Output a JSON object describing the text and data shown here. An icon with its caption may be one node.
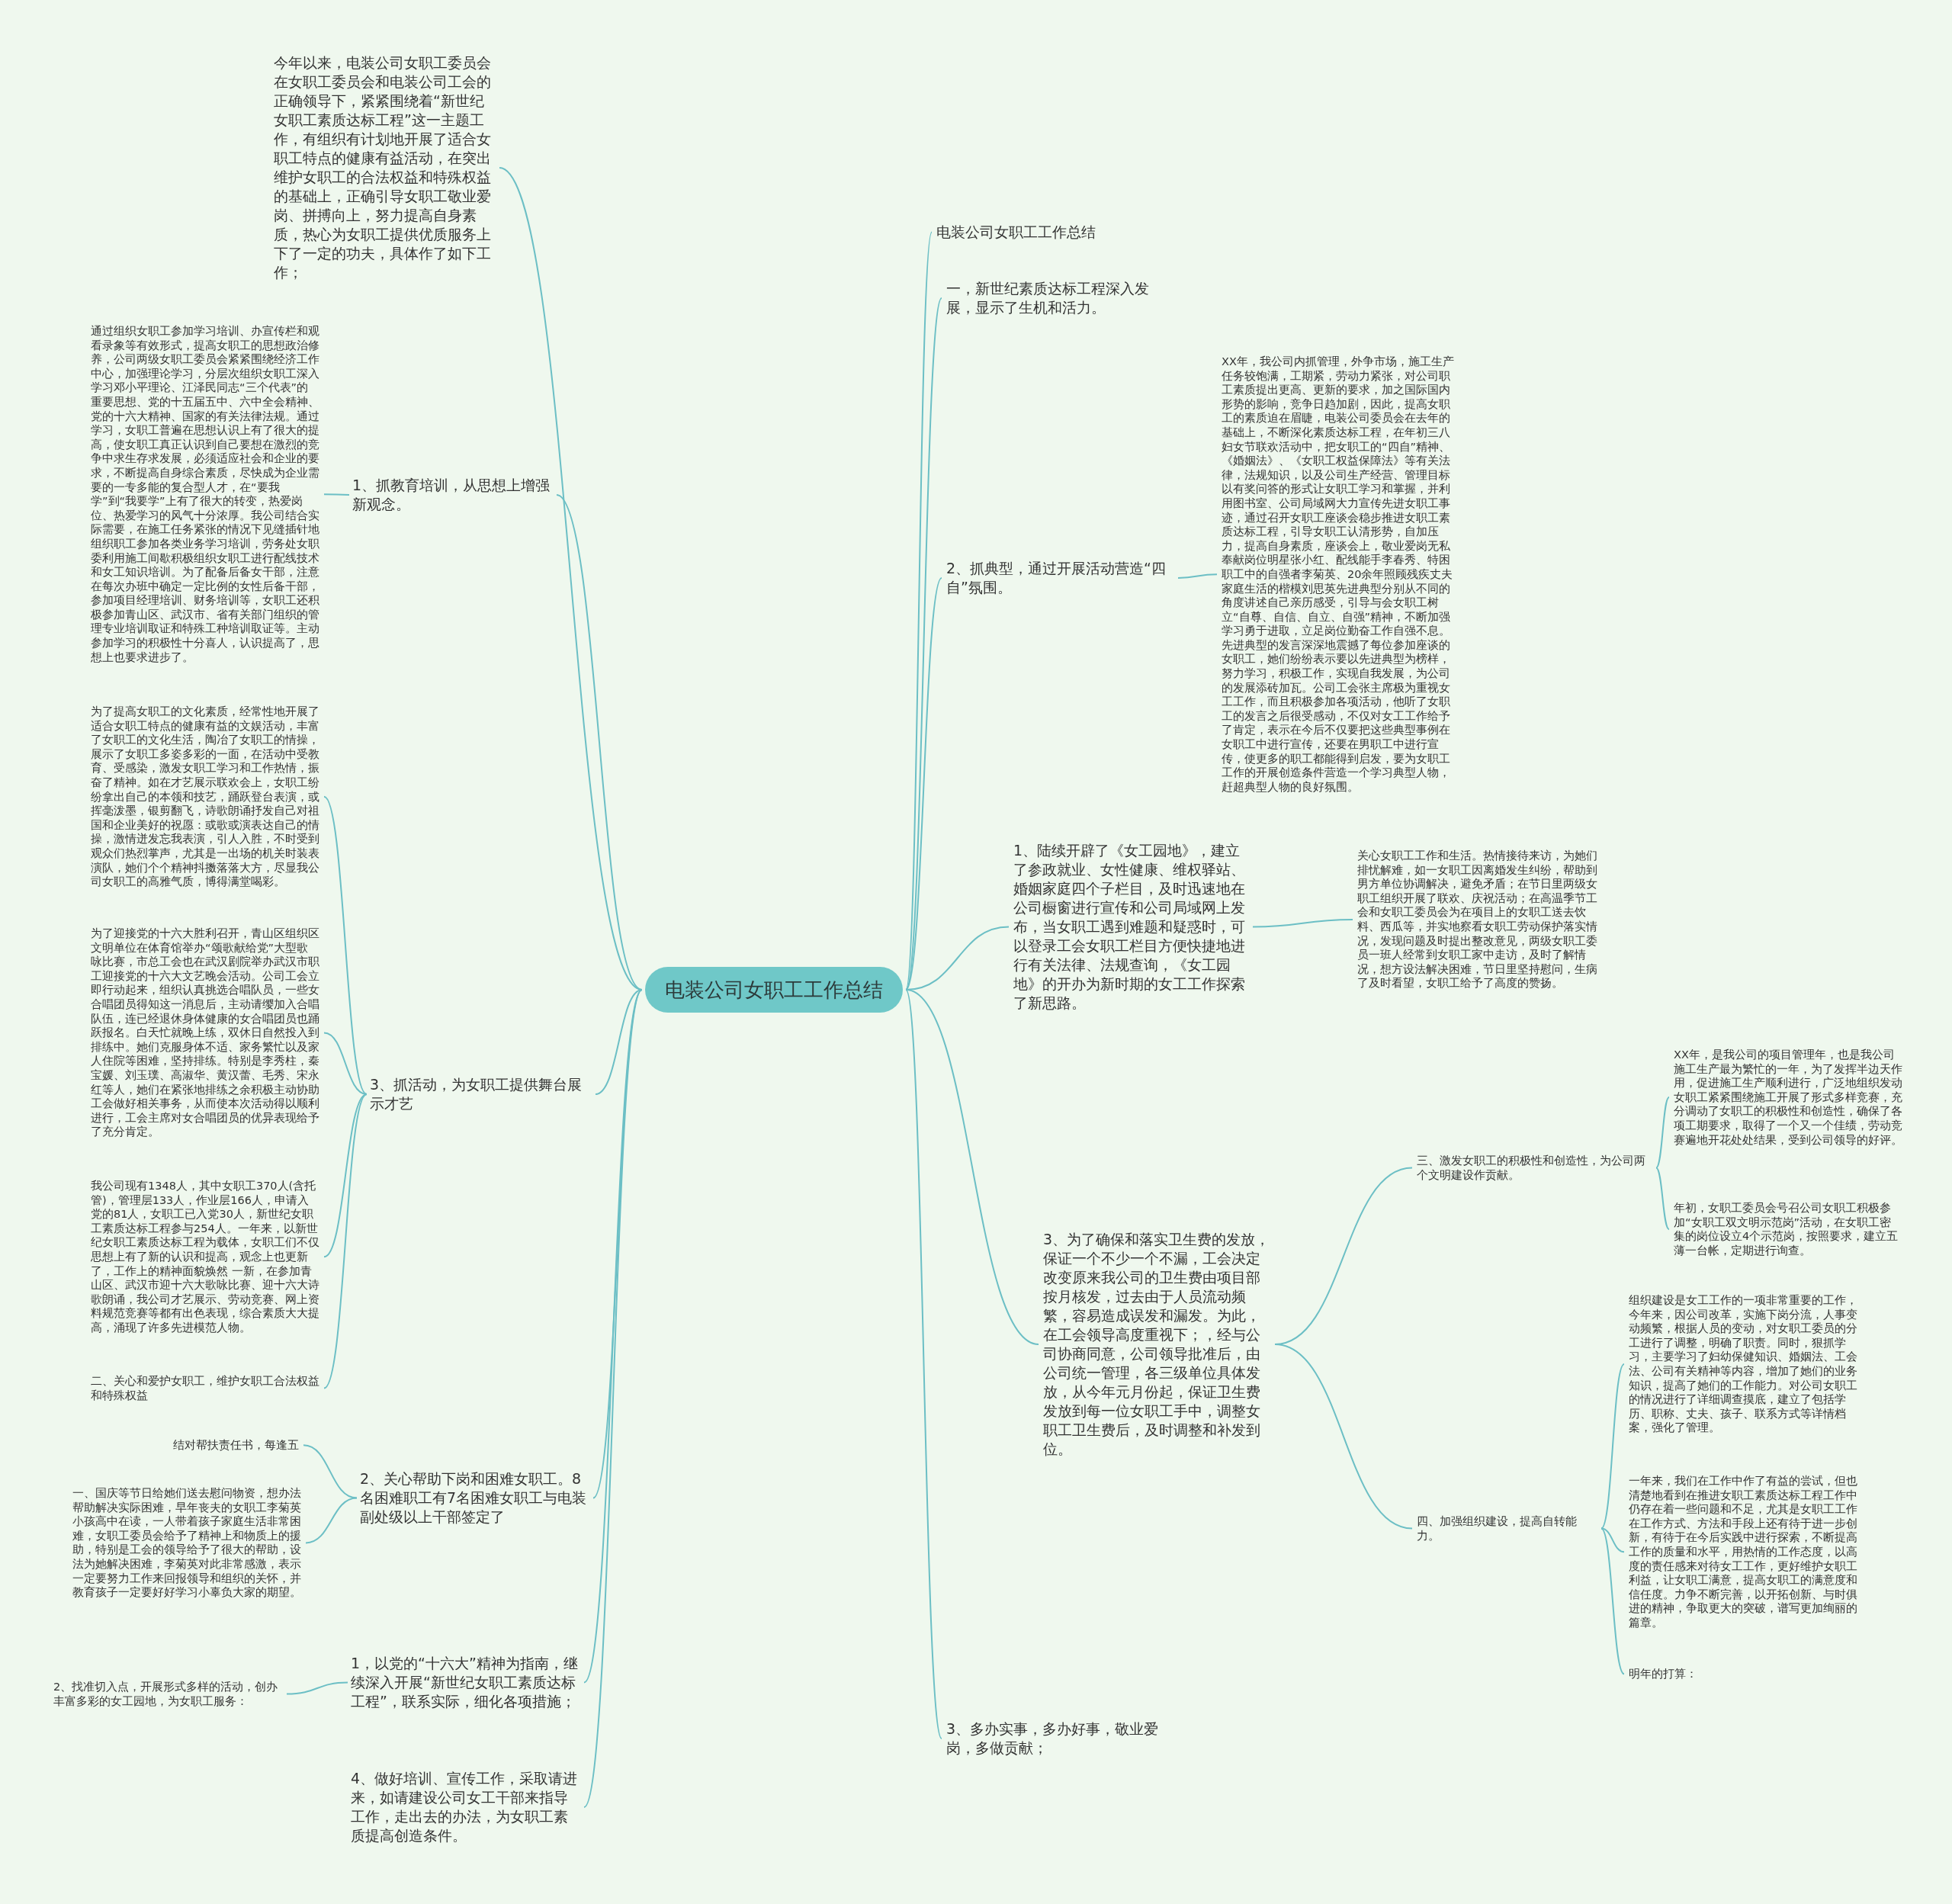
{
  "diagram": {
    "nodes": [
      {
        "text": [
          "电装公司女职工工作总结"
        ]
      },
      {
        "text": [
          "电装公司女职工工作总结"
        ]
      },
      {
        "text": [
          "一，新世纪素质达标工程深入发展，显示了生机和活力。"
        ]
      },
      {
        "text": [
          "2、抓典型，通过开展活动营造“四自”氛围。"
        ]
      },
      {
        "text": [
          "XX年，我公司内抓管理，外争市场，施工生产任务较饱满，工期紧，劳动力紧张，对公司职工素质提出更高、更新的要求，加之国际国内形势的影响，竞争日趋加剧，因此，提高女职工的素质迫在眉睫，电装公司委员会在去年的基础上，不断深化素质达标工程，在年初三八妇女节联欢活动中，把女职工的“四自”精神、《婚姻法》、《女职工权益保障法》等有关法律，法规知识，以及公司生产经营、管理目标以有奖问答的形式让女职工学习和掌握，并利用图书室、公司局域网大力宣传先进女职工事迹，通过召开女职工座谈会稳步推进女职工素质达标工程，引导女职工认清形势，自加压力，提高自身素质，座谈会上，敬业爱岗无私奉献岗位明星张小红、配线能手李春秀、特困职工中的自强者李菊英、20余年照顾残疾丈夫家庭生活的楷模刘思英先进典型分别从不同的角度讲述自己亲历感受，引导与会女职工树立“自尊、自信、自立、自强”精神，不断加强学习勇于进取，立足岗位勤奋工作自强不息。先进典型的发言深深地震撼了每位参加座谈的女职工，她们纷纷表示要以先进典型为榜样，努力学习，积极工作，实现自我发展，为公司的发展添砖加瓦。公司工会张主席极为重视女工工作，而且积极参加各项活动，他听了女职工的发言之后很受感动，不仅对女工工作给予了肯定，表示在今后不仅要把这些典型事例在女职工中进行宣传，还要在男职工中进行宣传，使更多的职工都能得到启发，要为女职工工作的开展创造条件营造一个学习典型人物，赶超典型人物的良好氛围。"
        ]
      },
      {
        "text": [
          "1、陆续开辟了《女工园地》，建立了参政就业、女性健康、维权驿站、婚姻家庭四个子栏目，及时迅速地在公司橱窗进行宣传和公司局域网上发布，当女职工遇到难题和疑惑时，可以登录工会女职工栏目方便快捷地进行有关法律、法规查询，《女工园地》的开办为新时期的女工工作探索了新思路。"
        ]
      },
      {
        "text": [
          "关心女职工工作和生活。热情接待来访，为她们排忧解难，如一女职工因离婚发生纠纷，帮助到男方单位协调解决，避免矛盾；在节日里两级女职工组织开展了联欢、庆祝活动；在高温季节工会和女职工委员会为在项目上的女职工送去饮料、西瓜等，并实地察看女职工劳动保护落实情况，发现问题及时提出整改意见，两级女职工委员一班人经常到女职工家中走访，及时了解情况，想方设法解决困难，节日里坚持慰问，生病了及时看望，女职工给予了高度的赞扬。"
        ]
      },
      {
        "text": [
          "3、为了确保和落实卫生费的发放，保证一个不少一个不漏，工会决定改变原来我公司的卫生费由项目部按月核发，过去由于人员流动频繁，容易造成误发和漏发。为此，在工会领导高度重视下；，经与公司协商同意，公司领导批准后，由公司统一管理，各三级单位具体发放，从今年元月份起，保证卫生费发放到每一位女职工手中，调整女职工卫生费后，及时调整和补发到位。"
        ]
      },
      {
        "text": [
          "三、激发女职工的积极性和创造性，为公司两个文明建设作贡献。"
        ]
      },
      {
        "text": [
          "XX年，是我公司的项目管理年，也是我公司施工生产最为繁忙的一年，为了发挥半边天作用，促进施工生产顺利进行，广泛地组织发动女职工紧紧围绕施工开展了形式多样竞赛，充分调动了女职工的积极性和创造性，确保了各项工期要求，取得了一个又一个佳绩，劳动竞赛遍地开花处处结果，受到公司领导的好评。"
        ]
      },
      {
        "text": [
          "年初，女职工委员会号召公司女职工积极参加“女职工双文明示范岗”活动，在女职工密集的岗位设立4个示范岗，按照要求，建立五薄一台帐，定期进行询查。"
        ]
      },
      {
        "text": [
          "四、加强组织建设，提高自转能力。"
        ]
      },
      {
        "text": [
          "组织建设是女工工作的一项非常重要的工作，今年来，因公司改革，实施下岗分流，人事变动频繁，根据人员的变动，对女职工委员的分工进行了调整，明确了职责。同时，狠抓学习，主要学习了妇幼保健知识、婚姻法、工会法、公司有关精神等内容，增加了她们的业务知识，提高了她们的工作能力。对公司女职工的情况进行了详细调查摸底，建立了包括学历、职称、丈夫、孩子、联系方式等详情档案，强化了管理。"
        ]
      },
      {
        "text": [
          "一年来，我们在工作中作了有益的尝试，但也清楚地看到在推进女职工素质达标工程工作中仍存在着一些问题和不足，尤其是女职工工作在工作方式、方法和手段上还有待于进一步创新，有待于在今后实践中进行探索，不断提高工作的质量和水平，用热情的工作态度，以高度的责任感来对待女工工作，更好维护女职工利益，让女职工满意，提高女职工的满意度和信任度。力争不断完善，以开拓创新、与时俱进的精神，争取更大的突破，谱写更加绚丽的篇章。"
        ]
      },
      {
        "text": [
          "明年的打算："
        ]
      },
      {
        "text": [
          "3、多办实事，多办好事，敬业爱岗，多做贡献；"
        ]
      },
      {
        "text": [
          "今年以来，电装公司女职工委员会在女职工委员会和电装公司工会的正确领导下，紧紧围绕着“新世纪女职工素质达标工程”这一主题工作，有组织有计划地开展了适合女职工特点的健康有益活动，在突出维护女职工的合法权益和特殊权益的基础上，正确引导女职工敬业爱岗、拼搏向上，努力提高自身素质，热心为女职工提供优质服务上下了一定的功夫，具体作了如下工作；"
        ]
      },
      {
        "text": [
          "1、抓教育培训，从思想上增强新观念。"
        ]
      },
      {
        "text": [
          "通过组织女职工参加学习培训、办宣传栏和观看录象等有效形式，提高女职工的思想政治修养，公司两级女职工委员会紧紧围绕经济工作中心，加强理论学习，分层次组织女职工深入学习邓小平理论、江泽民同志“三个代表”的重要思想、党的十五届五中、六中全会精神、党的十六大精神、国家的有关法律法规。通过学习，女职工普遍在思想认识上有了很大的提高，使女职工真正认识到自己要想在激烈的竞争中求生存求发展，必须适应社会和企业的要求，不断提高自身综合素质，尽快成为企业需要的一专多能的复合型人才，在“要我学”到“我要学”上有了很大的转变，热爱岗位、热爱学习的风气十分浓厚。我公司结合实际需要，在施工任务紧张的情况下见缝插针地组织职工参加各类业务学习培训，劳务处女职委利用施工间歇积极组织女职工进行配线技术和女工知识培训。为了配备后备女干部，注意在每次办班中确定一定比例的女性后备干部，参加项目经理培训、财务培训等，女职工还积极参加青山区、武汉市、省有关部门组织的管理专业培训取证和特殊工种培训取证等。主动参加学习的积极性十分喜人，认识提高了，思想上也要求进步了。"
        ]
      },
      {
        "text": [
          "3、抓活动，为女职工提供舞台展示才艺"
        ]
      },
      {
        "text": [
          "为了提高女职工的文化素质，经常性地开展了适合女职工特点的健康有益的文娱活动，丰富了女职工的文化生活，陶冶了女职工的情操，展示了女职工多姿多彩的一面，在活动中受教育、受感染，激发女职工学习和工作热情，振奋了精神。如在才艺展示联欢会上，女职工纷纷拿出自己的本领和技艺，踊跃登台表演，或挥毫泼墨，银剪翻飞，诗歌朗诵抒发自己对祖国和企业美好的祝愿：或歌或演表达自己的情操，激情迸发忘我表演，引人入胜，不时受到观众们热烈掌声，尤其是一出场的机关时装表演队，她们个个精神抖擞落落大方，尽显我公司女职工的高雅气质，博得满堂喝彩。"
        ]
      },
      {
        "text": [
          "为了迎接党的十六大胜利召开，青山区组织区文明单位在体育馆举办“颂歌献给党”大型歌咏比赛，市总工会也在武汉剧院举办武汉市职工迎接党的十六大文艺晚会活动。公司工会立即行动起来，组织认真挑选合唱队员，一些女合唱团员得知这一消息后，主动请缨加入合唱队伍，连已经退休身体健康的女合唱团员也踊跃报名。白天忙就晚上练，双休日自然投入到排练中。她们克服身体不适、家务繁忙以及家人住院等困难，坚持排练。特别是李秀柱，秦宝媛、刘玉璞、高淑华、黄汉蕾、毛秀、宋永红等人，她们在紧张地排练之余积极主动协助工会做好相关事务，从而使本次活动得以顺利进行，工会主席对女合唱团员的优异表现给予了充分肯定。"
        ]
      },
      {
        "text": [
          "我公司现有1348人，其中女职工370人(含托管)，管理层133人，作业层166人，申请入党的81人，女职工已入党30人，新世纪女职工素质达标工程参与254人。一年来，以新世纪女职工素质达标工程为载体，女职工们不仅思想上有了新的认识和提高，观念上也更新了，工作上的精神面貌焕然 一新，在参加青山区、武汉市迎十六大歌咏比赛、迎十六大诗歌朗诵，我公司才艺展示、劳动竞赛、网上资料规范竞赛等都有出色表现，综合素质大大提高，涌现了许多先进模范人物。"
        ]
      },
      {
        "text": [
          "二、关心和爱护女职工，维护女职工合法权益和特殊权益"
        ]
      },
      {
        "text": [
          "2、关心帮助下岗和困难女职工。8名困难职工有7名困难女职工与电装副处级以上干部签定了"
        ]
      },
      {
        "text": [
          "结对帮扶责任书，每逢五"
        ]
      },
      {
        "text": [
          "一、国庆等节日给她们送去慰问物资，想办法帮助解决实际困难，早年丧夫的女职工李菊英小孩高中在读，一人带着孩子家庭生活非常困难，女职工委员会给予了精神上和物质上的援助，特别是工会的领导给予了很大的帮助，设法为她解决困难，李菊英对此非常感激，表示一定要努力工作来回报领导和组织的关怀，并教育孩子一定要好好学习小辜负大家的期望。"
        ]
      },
      {
        "text": [
          "1，以党的“十六大”精神为指南，继续深入开展“新世纪女职工素质达标工程”，联系实际，细化各项措施；"
        ]
      },
      {
        "text": [
          "2、找准切入点，开展形式多样的活动，创办丰富多彩的女工园地，为女职工服务："
        ]
      },
      {
        "text": [
          "4、做好培训、宣传工作，采取请进来，如请建设公司女工干部来指导工作，走出去的办法，为女职工素质提高创造条件。"
        ]
      }
    ],
    "edges": [
      {
        "from": 0,
        "to": 1,
        "arrow": "none"
      },
      {
        "from": 0,
        "to": 2,
        "arrow": "none"
      },
      {
        "from": 0,
        "to": 3,
        "arrow": "none"
      },
      {
        "from": 3,
        "to": 4,
        "arrow": "none"
      },
      {
        "from": 0,
        "to": 5,
        "arrow": "none"
      },
      {
        "from": 5,
        "to": 6,
        "arrow": "none"
      },
      {
        "from": 0,
        "to": 7,
        "arrow": "none"
      },
      {
        "from": 7,
        "to": 8,
        "arrow": "none"
      },
      {
        "from": 8,
        "to": 9,
        "arrow": "none"
      },
      {
        "from": 8,
        "to": 10,
        "arrow": "none"
      },
      {
        "from": 7,
        "to": 11,
        "arrow": "none"
      },
      {
        "from": 11,
        "to": 12,
        "arrow": "none"
      },
      {
        "from": 11,
        "to": 13,
        "arrow": "none"
      },
      {
        "from": 11,
        "to": 14,
        "arrow": "none"
      },
      {
        "from": 0,
        "to": 15,
        "arrow": "none"
      },
      {
        "from": 0,
        "to": 16,
        "arrow": "none"
      },
      {
        "from": 0,
        "to": 17,
        "arrow": "none"
      },
      {
        "from": 17,
        "to": 18,
        "arrow": "none"
      },
      {
        "from": 0,
        "to": 19,
        "arrow": "none"
      },
      {
        "from": 19,
        "to": 20,
        "arrow": "none"
      },
      {
        "from": 19,
        "to": 21,
        "arrow": "none"
      },
      {
        "from": 19,
        "to": 22,
        "arrow": "none"
      },
      {
        "from": 19,
        "to": 23,
        "arrow": "none"
      },
      {
        "from": 0,
        "to": 24,
        "arrow": "none"
      },
      {
        "from": 24,
        "to": 25,
        "arrow": "none"
      },
      {
        "from": 24,
        "to": 26,
        "arrow": "none"
      },
      {
        "from": 0,
        "to": 27,
        "arrow": "none"
      },
      {
        "from": 27,
        "to": 28,
        "arrow": "none"
      },
      {
        "from": 0,
        "to": 29,
        "arrow": "none"
      }
    ]
  }
}
